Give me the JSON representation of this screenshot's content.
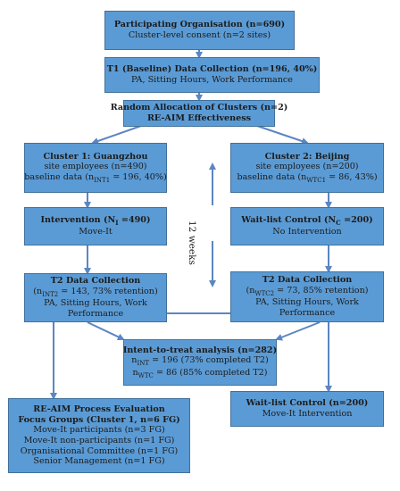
{
  "boxes": {
    "participating": {
      "title": "Participating Organisation (n=690)",
      "line2": "Cluster-level consent (n=2 sites)"
    },
    "t1": {
      "title": "T1 (Baseline) Data Collection (n=196, 40%)",
      "line2": "PA, Sitting Hours, Work Performance"
    },
    "random": {
      "title": "Random Allocation of Clusters (n=2)",
      "line2": "RE-AIM Effectiveness"
    },
    "cluster1": {
      "title": "Cluster 1: Guangzhou",
      "line2": "site employees (n=490)",
      "line3": "baseline data (n",
      "sub": "INT1",
      "line3_rest": " = 196, 40%)"
    },
    "cluster2": {
      "title": "Cluster 2: Beijing",
      "line2": "site employees (n=200)",
      "line3": "baseline data (n",
      "sub": "WTC1",
      "line3_rest": " = 86, 43%)"
    },
    "intervention": {
      "title_a": "Intervention (N",
      "sub": "I",
      "title_b": " =490)",
      "line2": "Move-It"
    },
    "waitlist1": {
      "title_a": "Wait-list Control (N",
      "sub": "C",
      "title_b": " =200)",
      "line2": "No Intervention"
    },
    "t2_left": {
      "title": "T2 Data Collection",
      "line2a": "(n",
      "sub": "INT2",
      "line2b": " = 143, 73% retention)",
      "line3": "PA, Sitting Hours, Work",
      "line4": "Performance"
    },
    "t2_right": {
      "title": "T2 Data Collection",
      "line2a": "(n",
      "sub": "WTC2",
      "line2b": " = 73, 85% retention)",
      "line3": "PA, Sitting Hours, Work",
      "line4": "Performance"
    },
    "itt": {
      "title": "Intent-to-treat analysis (n=282)",
      "line2a": "n",
      "sub2": "INT",
      "line2b": " = 196 (73% completed T2)",
      "line3a": "n",
      "sub3": "WTC",
      "line3b": " = 86 (85% completed T2)"
    },
    "process": {
      "title": "RE-AIM Process Evaluation",
      "line2": "Focus Groups (Cluster 1, n=6 FG)",
      "items": [
        "Move-It participants (n=3 FG)",
        "Move-It non-participants (n=1 FG)",
        "Organisational Committee (n=1 FG)",
        "Senior Management (n=1 FG)"
      ]
    },
    "waitlist2": {
      "title": "Wait-list Control (n=200)",
      "line2": "Move-It Intervention"
    }
  },
  "weeks_label": "12 weeks",
  "colors": {
    "box_fill": "#5b9bd5",
    "box_border": "#41719c",
    "arrow": "#5b86c2",
    "text": "#1b1b1b"
  }
}
